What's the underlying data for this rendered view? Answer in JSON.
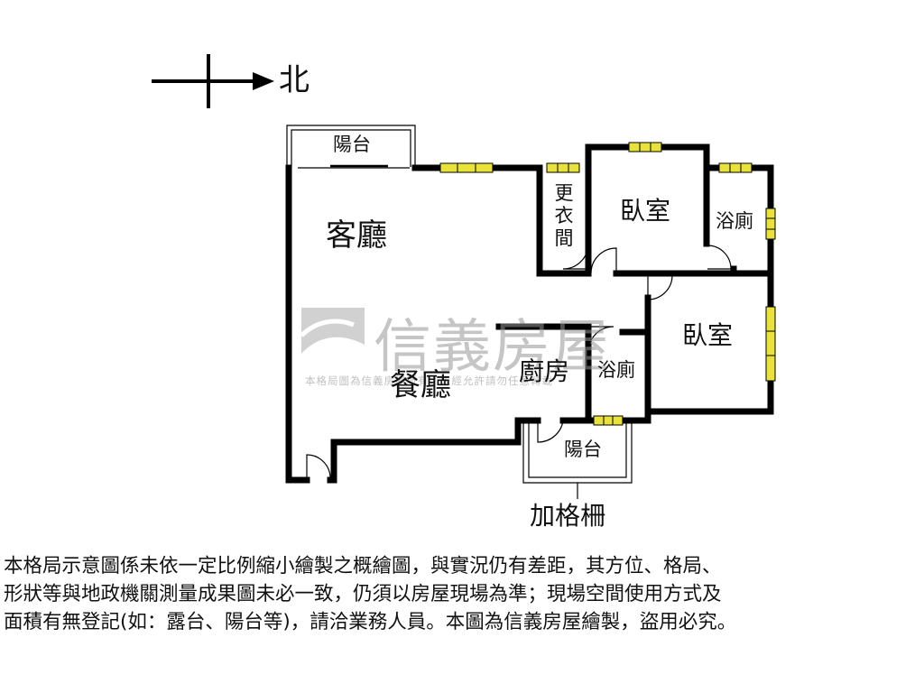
{
  "compass": {
    "north_label": "北"
  },
  "rooms": {
    "living_room": "客廳",
    "dining_room": "餐廳",
    "kitchen": "廚房",
    "bedroom_main": "臥室",
    "bedroom_second": "臥室",
    "bathroom_main": "浴廁",
    "bathroom_second": "浴廁",
    "walk_in_closet": "更衣間",
    "balcony_front": "陽台",
    "balcony_rear": "陽台"
  },
  "annotation_grille": "加格柵",
  "watermark": {
    "brand": "信義房屋",
    "notice": "本格局圖為信義房屋所有，未經允許請勿任意轉載"
  },
  "disclaimer": {
    "line1": "本格局示意圖係未依一定比例縮小繪製之概繪圖，與實況仍有差距，其方位、格局、",
    "line2": "形狀等與地政機關測量成果圖未必一致，仍須以房屋現場為準；現場空間使用方式及",
    "line3": "面積有無登記(如：露台、陽台等)，請洽業務人員。本圖為信義房屋繪製，盜用必究。"
  },
  "colors": {
    "wall": "#000000",
    "window": "#e8e23a",
    "watermark": "#c8c8c8"
  }
}
